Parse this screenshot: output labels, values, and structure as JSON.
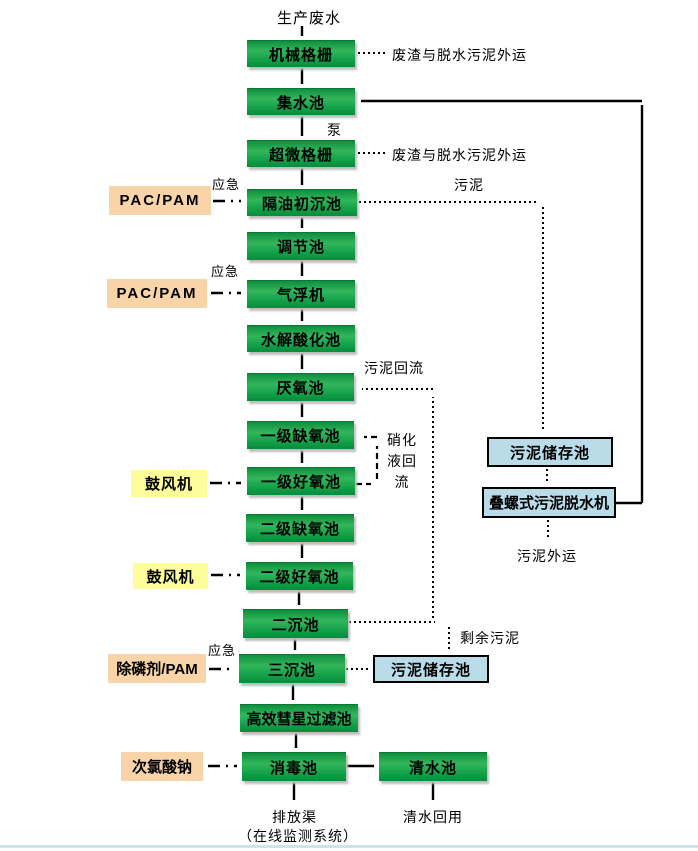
{
  "colors": {
    "green": "#17a24b",
    "orange": "#f8d4a8",
    "yellow": "#fdfd9c",
    "blue": "#b9dce8",
    "arrow": "#000000"
  },
  "nodes": {
    "source": "生产废水",
    "pump": "泵",
    "main": [
      "机械格栅",
      "集水池",
      "超微格栅",
      "隔油初沉池",
      "调节池",
      "气浮机",
      "水解酸化池",
      "厌氧池",
      "一级缺氧池",
      "一级好氧池",
      "二级缺氧池",
      "二级好氧池",
      "二沉池",
      "三沉池",
      "高效彗星过滤池",
      "消毒池"
    ],
    "clear_water": "清水池",
    "sludge_storage_a": "污泥储存池",
    "screw_dewaterer": "叠螺式污泥脱水机",
    "sludge_storage_b": "污泥储存池"
  },
  "dosing": {
    "emergency1": "应急",
    "emergency2": "应急",
    "emergency3": "应急",
    "pac_pam_1": "PAC/PAM",
    "pac_pam_2": "PAC/PAM",
    "blower_1": "鼓风机",
    "blower_2": "鼓风机",
    "phosphorus_pam": "除磷剂/PAM",
    "sodium_hypochlorite": "次氯酸钠"
  },
  "labels": {
    "waste_out_1": "废渣与脱水污泥外运",
    "waste_out_2": "废渣与脱水污泥外运",
    "sludge": "污泥",
    "sludge_return": "污泥回流",
    "nitri_line1": "硝化",
    "nitri_line2": "液回",
    "nitri_line3": "流",
    "excess_sludge": "剩余污泥",
    "sludge_out": "污泥外运",
    "discharge": "排放渠",
    "monitor": "（在线监测系统）",
    "reuse": "清水回用"
  }
}
